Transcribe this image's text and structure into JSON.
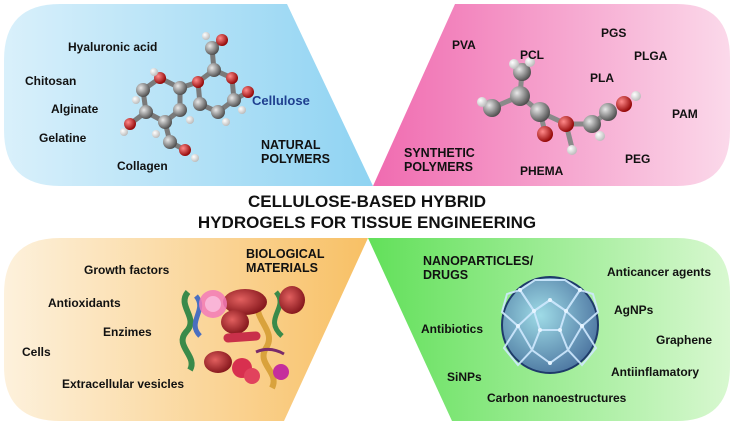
{
  "title": {
    "line1": "CELLULOSE-BASED HYBRID",
    "line2": "HYDROGELS FOR TISSUE ENGINEERING"
  },
  "natural_polymers": {
    "heading": [
      "NATURAL",
      "POLYMERS"
    ],
    "items": [
      "Hyaluronic acid",
      "Chitosan",
      "Alginate",
      "Gelatine",
      "Collagen"
    ],
    "molecule_label": "Cellulose",
    "color": "#bfe6f7"
  },
  "synthetic_polymers": {
    "heading": [
      "SYNTHETIC",
      "POLYMERS"
    ],
    "items": [
      "PVA",
      "PCL",
      "PGS",
      "PLGA",
      "PLA",
      "PAM",
      "PEG",
      "PHEMA"
    ],
    "color": "#f4a6cf"
  },
  "biological_materials": {
    "heading": [
      "BIOLOGICAL",
      "MATERIALS"
    ],
    "items": [
      "Growth factors",
      "Antioxidants",
      "Enzimes",
      "Cells",
      "Extracellular vesicles"
    ],
    "color": "#fbd58f"
  },
  "nanoparticles_drugs": {
    "heading": [
      "NANOPARTICLES/",
      "DRUGS"
    ],
    "items": [
      "Anticancer agents",
      "AgNPs",
      "Graphene",
      "Antibiotics",
      "Antiinflamatory",
      "SiNPs",
      "Carbon nanoestructures"
    ],
    "color": "#a6ef9c"
  }
}
